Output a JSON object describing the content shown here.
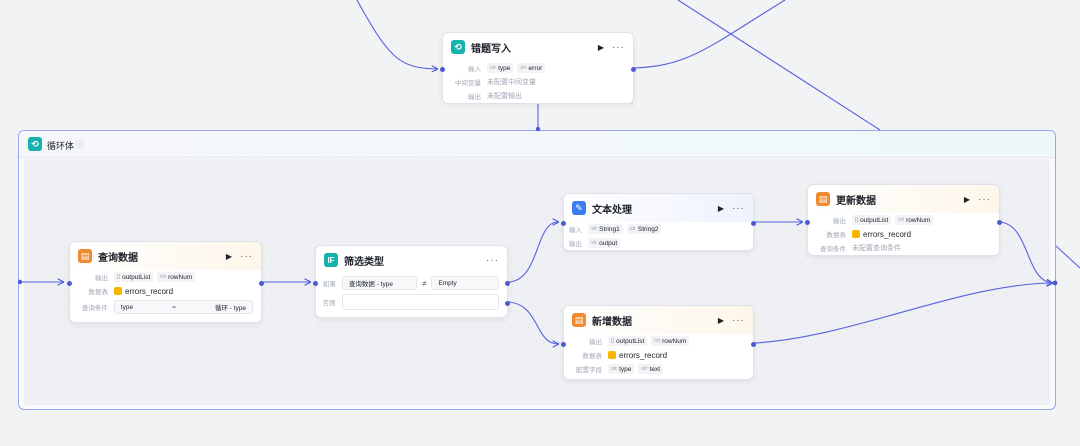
{
  "nodes": {
    "cuoti": {
      "title": "错题写入",
      "input_label": "输入",
      "inputs": [
        {
          "type": "str",
          "name": "type"
        },
        {
          "type": "str",
          "name": "error"
        }
      ],
      "mid_label": "中间变量",
      "mid_value": "未配置中间变量",
      "output_label": "输出",
      "output_value": "未配置输出"
    },
    "loop": {
      "title": "循环体",
      "info_icon": "info-icon"
    },
    "query": {
      "title": "查询数据",
      "output_label": "输出",
      "outputs": [
        {
          "type": "[]",
          "name": "outputList"
        },
        {
          "type": "int",
          "name": "rowNum"
        }
      ],
      "table_label": "数据表",
      "table": "errors_record",
      "cond_label": "查询条件",
      "cond_field": "type",
      "cond_op": "=",
      "cond_value": "循环 - type"
    },
    "filter": {
      "title": "筛选类型",
      "if_label": "如果",
      "if_left": "查询数据 - type",
      "if_op": "≠",
      "if_right": "Empty",
      "else_label": "否则"
    },
    "text": {
      "title": "文本处理",
      "input_label": "输入",
      "inputs": [
        {
          "type": "str",
          "name": "String1"
        },
        {
          "type": "str",
          "name": "String2"
        }
      ],
      "output_label": "输出",
      "outputs": [
        {
          "type": "str",
          "name": "output"
        }
      ]
    },
    "update": {
      "title": "更新数据",
      "output_label": "输出",
      "outputs": [
        {
          "type": "[]",
          "name": "outputList"
        },
        {
          "type": "int",
          "name": "rowNum"
        }
      ],
      "table_label": "数据表",
      "table": "errors_record",
      "cond_label": "查询条件",
      "cond_value": "未配置查询条件"
    },
    "add": {
      "title": "新增数据",
      "output_label": "输出",
      "outputs": [
        {
          "type": "[]",
          "name": "outputList"
        },
        {
          "type": "int",
          "name": "rowNum"
        }
      ],
      "table_label": "数据表",
      "table": "errors_record",
      "fields_label": "配置字段",
      "fields": [
        {
          "type": "str",
          "name": "type"
        },
        {
          "type": "str",
          "name": "text"
        }
      ]
    }
  },
  "colors": {
    "accent": "#4c5bd4",
    "teal": "#16b3ad",
    "orange": "#f08a2e",
    "blue": "#3d7cf0"
  }
}
